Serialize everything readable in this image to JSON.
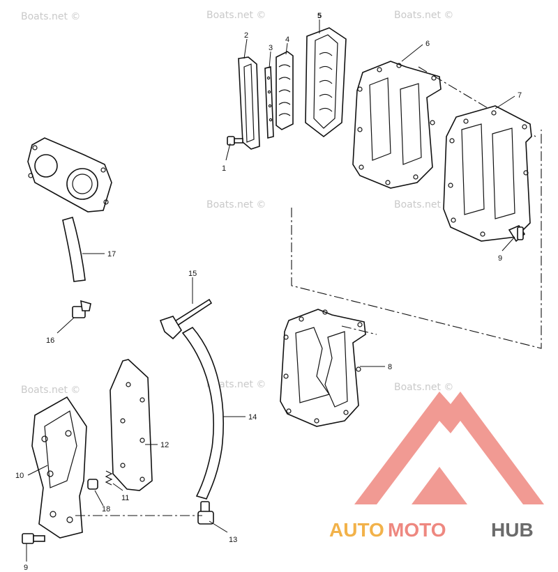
{
  "watermark_text": "Boats.net ©",
  "callouts": [
    "1",
    "2",
    "3",
    "4",
    "5",
    "6",
    "7",
    "9",
    "17",
    "16",
    "15",
    "14",
    "8",
    "12",
    "10",
    "11",
    "18",
    "13",
    "9"
  ],
  "logo": {
    "part_a": "AUTO",
    "part_b": "MOTO",
    "part_c": "HUB",
    "colors": {
      "orange": "#f2b24a",
      "salmon": "#ee8880",
      "gray": "#6b6b6b"
    }
  }
}
